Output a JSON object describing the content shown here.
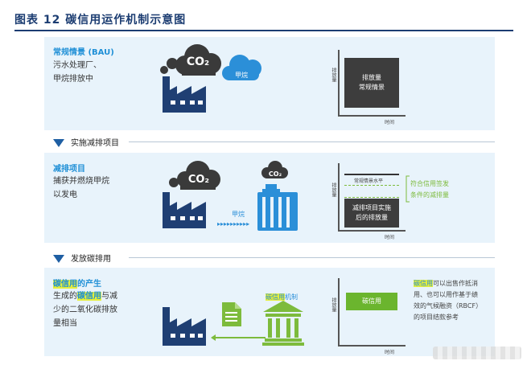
{
  "title": "图表 12   碳信用运作机制示意图",
  "steps": [
    "实施减排项目",
    "发放碳排用"
  ],
  "panel1": {
    "heading": "常规情景 (BAU)",
    "lines": [
      "污水处理厂、",
      "甲烷排放中"
    ],
    "co2": "CO₂",
    "methane_cloud": "甲烷",
    "chart": {
      "y_axis": "排放量",
      "x_axis": "时间",
      "box_lines": [
        "排放量",
        "常规情景"
      ]
    }
  },
  "panel2": {
    "heading": "减排项目",
    "lines": [
      "捕获并燃烧甲烷",
      "以发电"
    ],
    "co2": "CO₂",
    "co2_small": "CO₂",
    "methane_flow": "甲烷",
    "chart": {
      "y_axis": "排放量",
      "x_axis": "时间",
      "baseline_label": "常规情景水平",
      "box_lines": [
        "减排项目实施",
        "后的排放量"
      ],
      "note_lines": [
        "符合信用签发",
        "条件的减排量"
      ]
    }
  },
  "panel3": {
    "heading_hl": "碳信用",
    "heading_rest": "的产生",
    "line1_pre": "生成的",
    "line1_hl": "碳信用",
    "line1_post": "与减",
    "line2": "少的二氧化碳排放",
    "line3": "量相当",
    "mechanism_hl": "碳信用",
    "mechanism_rest": "机制",
    "chart": {
      "y_axis": "排放量",
      "x_axis": "时间",
      "box": "碳信用"
    },
    "note_hl": "碳信用",
    "note_first_rest": "可以出售作抵消",
    "note_lines": [
      "用、也可以用作基于绩",
      "效的气候融资（RBCF）",
      "的项目结款参考"
    ]
  },
  "colors": {
    "navy": "#1c3d72",
    "factory": "#1f3f73",
    "smoke": "#3a3a3a",
    "cloud_blue": "#2b8fd8",
    "panel_bg": "#e8f3fb",
    "green_box": "#6bb52e",
    "grey_box": "#3d3d3d",
    "highlight": "#e6ef3a"
  }
}
